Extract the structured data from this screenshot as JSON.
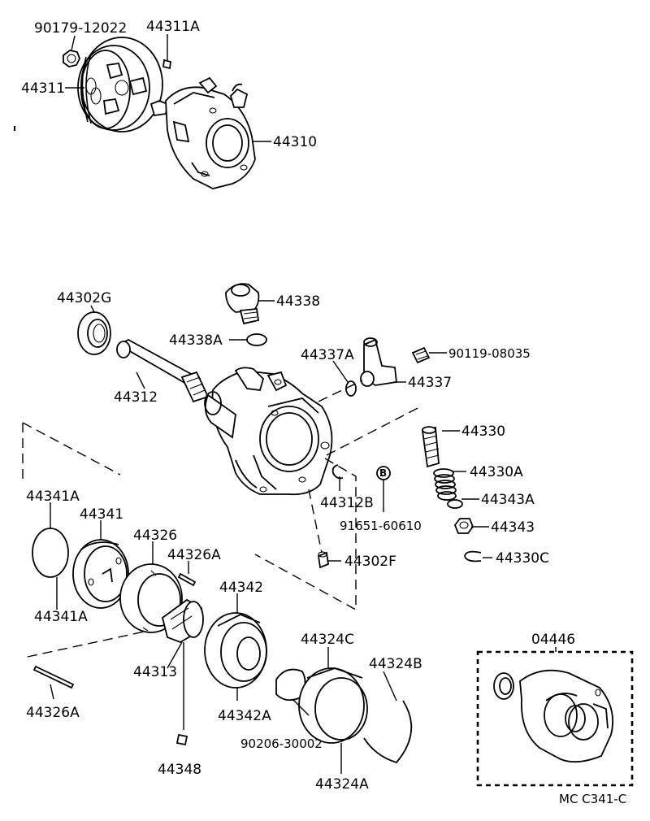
{
  "labels": {
    "p90179_12022": "90179-12022",
    "p44311A": "44311A",
    "p44311": "44311",
    "p44310": "44310",
    "p44302G": "44302G",
    "p44338": "44338",
    "p44338A": "44338A",
    "p44337A": "44337A",
    "p90119_08035": "90119-08035",
    "p44337": "44337",
    "p44312": "44312",
    "p44330": "44330",
    "p44330A": "44330A",
    "p44343A": "44343A",
    "p44343": "44343",
    "p44312B": "44312B",
    "p91651_60610": "91651-60610",
    "callout_B": "B",
    "p44341A_top": "44341A",
    "p44341": "44341",
    "p44326": "44326",
    "p44326A_mid": "44326A",
    "p44302F": "44302F",
    "p44330C": "44330C",
    "p44342": "44342",
    "p44341A_bottom": "44341A",
    "p44313": "44313",
    "p44324C": "44324C",
    "p44324B": "44324B",
    "p04446": "04446",
    "p44326A_bottom": "44326A",
    "p44342A": "44342A",
    "p90206_30002": "90206-30002",
    "p44348": "44348",
    "p44324A": "44324A",
    "figure_code": "MC C341-C"
  }
}
